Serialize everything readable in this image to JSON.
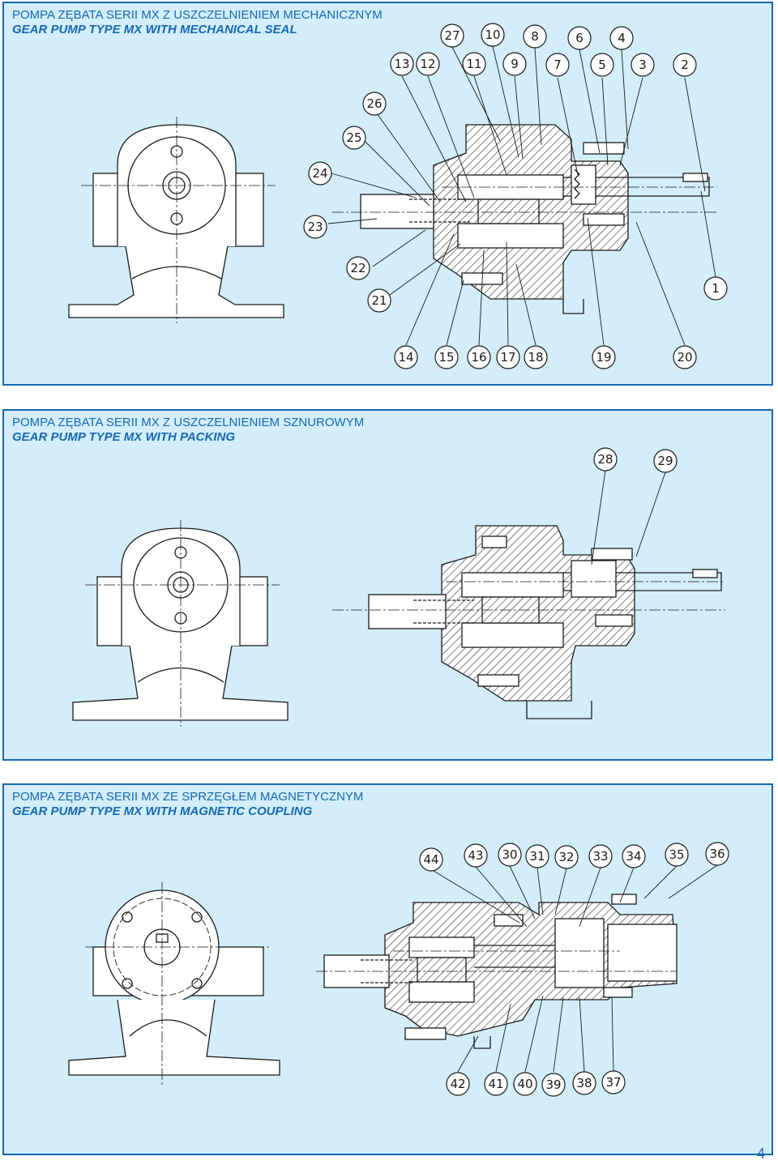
{
  "colors": {
    "panel_fill": "#d3eefa",
    "border": "#1668b3",
    "title": "#1668b3",
    "line": "#1a1a1a"
  },
  "panels": [
    {
      "title_pl": "POMPA ZĘBATA SERII MX Z USZCZELNIENIEM MECHANICZNYM",
      "title_en": "GEAR PUMP TYPE MX WITH MECHANICAL SEAL",
      "callouts": [
        "1",
        "2",
        "3",
        "4",
        "5",
        "6",
        "7",
        "8",
        "9",
        "10",
        "11",
        "12",
        "13",
        "14",
        "15",
        "16",
        "17",
        "18",
        "19",
        "20",
        "21",
        "22",
        "23",
        "24",
        "25",
        "26",
        "27"
      ]
    },
    {
      "title_pl": "POMPA ZĘBATA SERII MX Z USZCZELNIENIEM SZNUROWYM",
      "title_en": "GEAR PUMP TYPE MX WITH PACKING",
      "callouts": [
        "28",
        "29"
      ]
    },
    {
      "title_pl": "POMPA ZĘBATA SERII MX ZE SPRZĘGŁEM MAGNETYCZNYM",
      "title_en": "GEAR PUMP TYPE MX WITH MAGNETIC COUPLING",
      "callouts": [
        "30",
        "31",
        "32",
        "33",
        "34",
        "35",
        "36",
        "37",
        "38",
        "39",
        "40",
        "41",
        "42",
        "43",
        "44"
      ]
    }
  ],
  "page_number": "4"
}
